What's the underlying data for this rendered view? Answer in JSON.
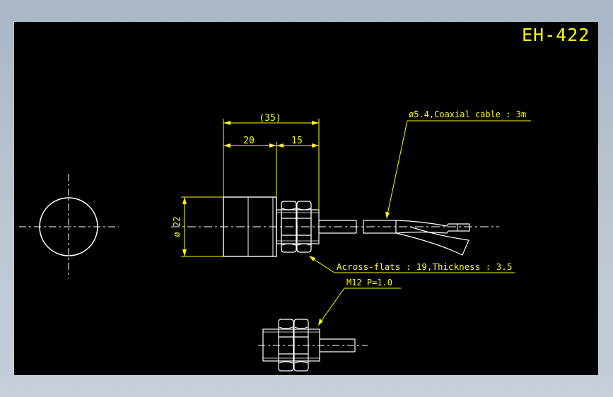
{
  "drawing": {
    "title": "EH-422",
    "colors": {
      "background": "#000000",
      "outline": "#ffffff",
      "dimension": "#ffff00",
      "frame_bg": "#a9b6c5"
    },
    "dimensions": {
      "overall": "(35)",
      "body_length": "20",
      "thread_length": "15",
      "diameter": "ø 22"
    },
    "callouts": {
      "cable": "ø5.4,Coaxial cable : 3m",
      "nut": "Across-flats : 19,Thickness : 3.5",
      "thread": "M12  P=1.0"
    }
  }
}
